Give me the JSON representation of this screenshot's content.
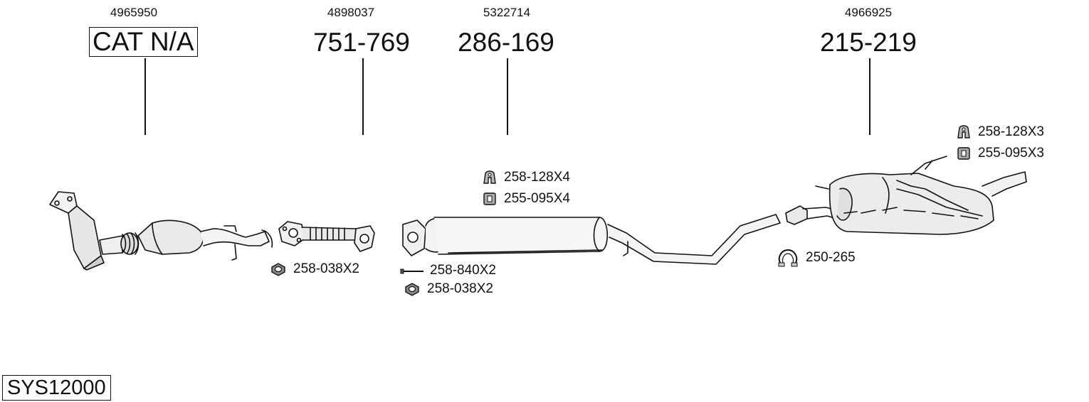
{
  "parts": [
    {
      "ref": "4965950",
      "label": "CAT N/A",
      "boxed": true
    },
    {
      "ref": "4898037",
      "label": "751-769",
      "boxed": false
    },
    {
      "ref": "5322714",
      "label": "286-169",
      "boxed": false
    },
    {
      "ref": "4966925",
      "label": "215-219",
      "boxed": false
    }
  ],
  "accessories": {
    "a1": "258-038X2",
    "a2": "258-840X2",
    "a3": "258-038X2",
    "a4": "258-128X4",
    "a5": "255-095X4",
    "a6": "258-128X3",
    "a7": "255-095X3",
    "a8": "250-265"
  },
  "system_code": "SYS12000",
  "icons": [
    "nut-icon",
    "bolt-icon",
    "rubber-hanger-icon",
    "mounting-rubber-icon",
    "clamp-icon"
  ]
}
